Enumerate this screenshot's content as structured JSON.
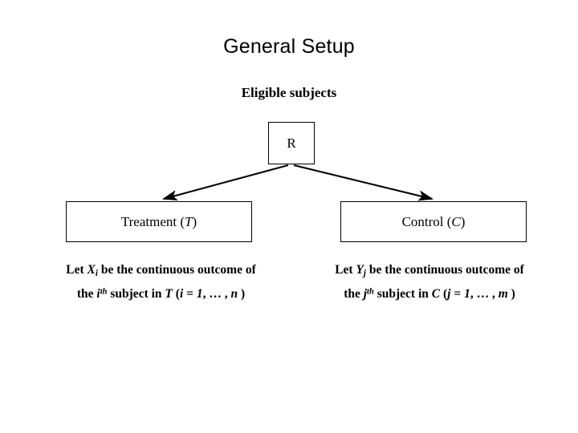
{
  "slide": {
    "title": "General Setup",
    "background_color": "#ffffff",
    "text_color": "#000000"
  },
  "diagram": {
    "root_label": "Eligible subjects",
    "randomization_box": {
      "label": "R"
    },
    "arms": [
      {
        "box_label_prefix": "Treatment (",
        "box_label_symbol": "T",
        "box_label_suffix": ")",
        "caption_line_1_a": "Let ",
        "caption_line_1_symbol": "X",
        "caption_line_1_subscript": "i",
        "caption_line_1_b": " be the continuous outcome of",
        "caption_line_2_a": "the ",
        "caption_line_2_symbol": "i",
        "caption_line_2_ordinal": "th",
        "caption_line_2_b": " subject in ",
        "caption_line_2_group": "T",
        "caption_line_2_c": " (",
        "caption_line_2_index": "i",
        "caption_line_2_d": " = ",
        "caption_line_2_start": "1",
        "caption_line_2_e": ", … , ",
        "caption_line_2_end": "n",
        "caption_line_2_f": " )"
      },
      {
        "box_label_prefix": "Control (",
        "box_label_symbol": "C",
        "box_label_suffix": ")",
        "caption_line_1_a": "Let ",
        "caption_line_1_symbol": "Y",
        "caption_line_1_subscript": "j",
        "caption_line_1_b": " be the continuous outcome of",
        "caption_line_2_a": "the ",
        "caption_line_2_symbol": "j",
        "caption_line_2_ordinal": "th",
        "caption_line_2_b": " subject in ",
        "caption_line_2_group": "C",
        "caption_line_2_c": " (",
        "caption_line_2_index": "j",
        "caption_line_2_d": " = ",
        "caption_line_2_start": "1",
        "caption_line_2_e": ", … , ",
        "caption_line_2_end": "m",
        "caption_line_2_f": " )"
      }
    ]
  }
}
